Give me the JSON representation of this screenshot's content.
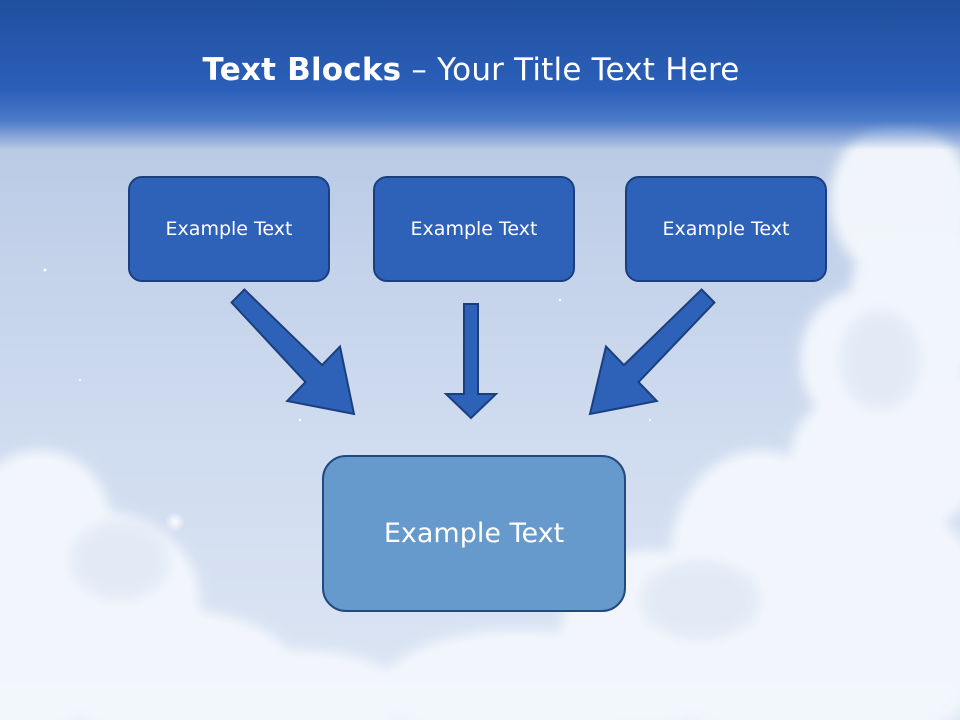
{
  "title": {
    "bold": "Text Blocks",
    "separator": " – ",
    "rest": "Your Title Text Here"
  },
  "boxes": [
    {
      "label": "Example Text"
    },
    {
      "label": "Example Text"
    },
    {
      "label": "Example Text"
    }
  ],
  "result_box": {
    "label": "Example Text"
  },
  "colors": {
    "header": "#2b5fb9",
    "box_fill": "#2e62b8",
    "box_border": "#1b3f7e",
    "result_fill": "#6699cc",
    "arrow": "#2e62b8"
  }
}
